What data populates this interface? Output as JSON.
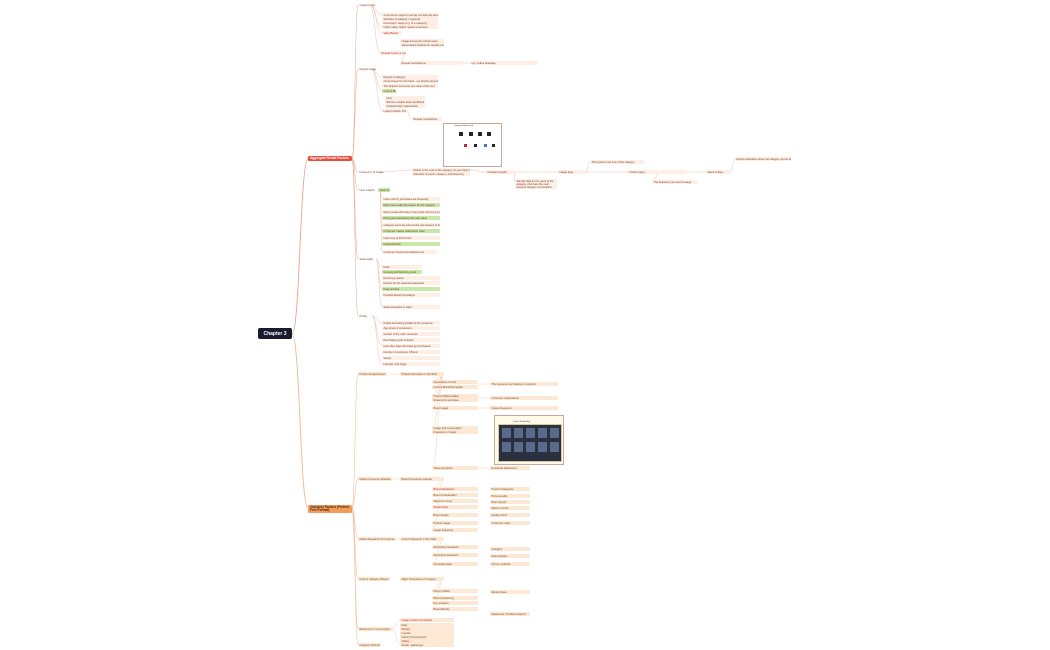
{
  "root": {
    "label": "Chapter 3"
  },
  "branches": {
    "aggregate": {
      "label": "Aggregate Rental Factors"
    },
    "category": {
      "label": "Category Factors (Perfect Free Format)"
    }
  },
  "colors": {
    "root": "#1b1b2f",
    "branch_red": "#e74c3c",
    "branch_orange": "#f39c5a",
    "edge": "#e8a48c",
    "edge_orange": "#f0b88a"
  },
  "aggregate_section": {
    "topics": [
      "Category Info",
      "Repeat Usage",
      "Frequency Of Usage",
      "User Insights",
      "Seasonality",
      "Profile"
    ],
    "category_info": [
      "A Consumer segment can be one that has similar purchasing behaviour",
      "attributes of category in general",
      "consumers' usage (e.g. of a category)",
      "higher value, higher repeat consumers",
      "Value Based",
      "Usage among the current users",
      "Value based products for regular purchases",
      "Repeat buying of users",
      "Repeat Competitions",
      "e.g. Coffee beverage"
    ],
    "repeat_usage": [
      "Repeat of category",
      "current buyer for the brand - our brand's opportunity now",
      "The frequent consumer are value of the user",
      "Current Buyer",
      "New",
      "Built for a stable base and Brand",
      "Frequent high maintenance",
      "Loyal to brand / Product type",
      "Repeat competitions"
    ],
    "frequency": [
      "Where is the most of the category on your Most Consumed Channels",
      "Selection of needs, category, and frequency",
      "Occasion Impact",
      "Usage days",
      "The repeat in the time of the category",
      "Fixed in days",
      "The frequency can cost of usage",
      "Sales of days",
      "Report evaluation where the category can be attributed",
      "Sample data for the users of the category who have the most frequent category consumption"
    ],
    "user_insights": [
      "Ideas for users",
      "Users who by purchases are frequently",
      "Many users adds the reason for the category",
      "Many people will enjoy to say, learn and come by",
      "Pricing and packaging with user value",
      "Category users are price levels and reasons to buy",
      "Consumer market relationship chain",
      "Users buy at Price Point",
      "Hosted Brands",
      "Consumer Segments Features List"
    ],
    "seasonality": [
      "Peak",
      "Growing and Declining trend",
      "Recurring season",
      "Factors for the seasonal categories",
      "Peak and low",
      "Possible Brand Campaigns",
      "Seasonal spikes in sales"
    ],
    "profile": [
      "Profile dominating profiles of the consumer",
      "Age group of consumers",
      "Gender of the main consumer",
      "Purchasing cycle of brand",
      "How often does the brand get purchased",
      "Number of customers / Brand",
      "Variety",
      "Lifestyle / Life stage"
    ]
  },
  "category_section": {
    "topics": [
      "Product Usage/Impact",
      "Market Consumer Attitudes",
      "Market Research Of Customer",
      "Current Category Players",
      "Reasons For Consumption",
      "Category Outlook"
    ],
    "product_usage": [
      "Product Perception in the Mind",
      "Association of mind",
      "Current Brand Perception",
      "The consumer purchasing of customer",
      "Product Differentiation",
      "Reasons for purchase",
      "Consumer expectations",
      "Brand usage",
      "Usage Frequency",
      "Usage and consumption",
      "Frequency of usage",
      "Value perception",
      "Emotional attachment"
    ],
    "market_attitudes": [
      "Brand Consumers Attitude",
      "Brand Satisfaction",
      "Product Categories",
      "Brand consideration",
      "Price benefits",
      "Value for money",
      "Brand loyalty",
      "Social status",
      "Word of mouth",
      "Brand quality",
      "Quality check",
      "Product usage",
      "Consumer value",
      "Usage frequency"
    ],
    "market_research": [
      "Current Research in this Table",
      "Exploratory Research",
      "Category",
      "Data analysis",
      "Descriptive Research",
      "Secondary data",
      "Survey methods"
    ],
    "current_players": [
      "Major Companies of Category",
      "Player profiles",
      "Market share",
      "Brand positioning",
      "Key products",
      "Brand identity",
      "Awareness / Product Analysis"
    ],
    "reasons": [
      "Usage context of purchase",
      "Daily",
      "Weekly",
      "Impulse",
      "Need of Consumption",
      "Gifting",
      "Social - gatherings"
    ]
  },
  "figures": {
    "fig1_title": "Category Selection Grid",
    "fig2_title": "Product Benefits Map"
  }
}
